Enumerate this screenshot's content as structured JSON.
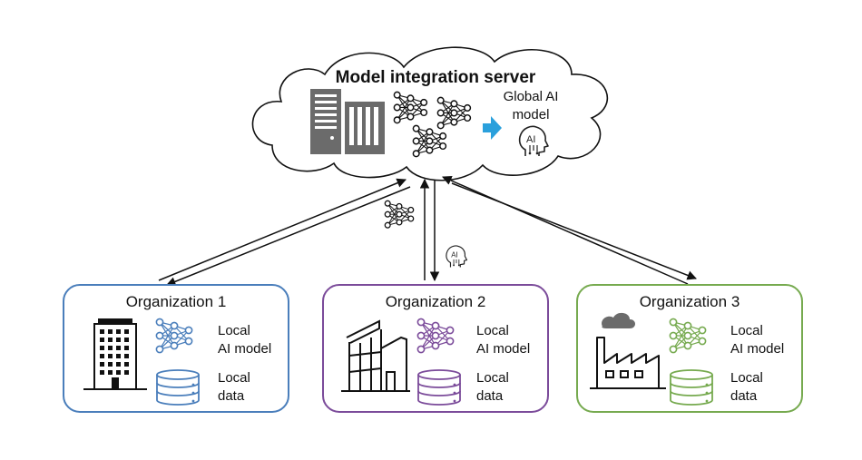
{
  "server": {
    "title": "Model integration server",
    "global_model_line1": "Global AI",
    "global_model_line2": "model",
    "ai_badge": "AI"
  },
  "organizations": [
    {
      "name": "Organization 1",
      "model_line1": "Local",
      "model_line2": "AI model",
      "data_line1": "Local",
      "data_line2": "data",
      "color": "#4a7ebb"
    },
    {
      "name": "Organization 2",
      "model_line1": "Local",
      "model_line2": "AI model",
      "data_line1": "Local",
      "data_line2": "data",
      "color": "#7b4b9a"
    },
    {
      "name": "Organization 3",
      "model_line1": "Local",
      "model_line2": "AI model",
      "data_line1": "Local",
      "data_line2": "data",
      "color": "#76aa4f"
    }
  ],
  "colors": {
    "server_gray": "#6b6b6b",
    "arrow_blue": "#2aa0dc",
    "line": "#111111"
  },
  "icons": [
    "server-rack-icon",
    "neural-network-icon",
    "ai-head-icon",
    "office-building-icon",
    "modern-building-icon",
    "factory-icon",
    "database-icon"
  ]
}
